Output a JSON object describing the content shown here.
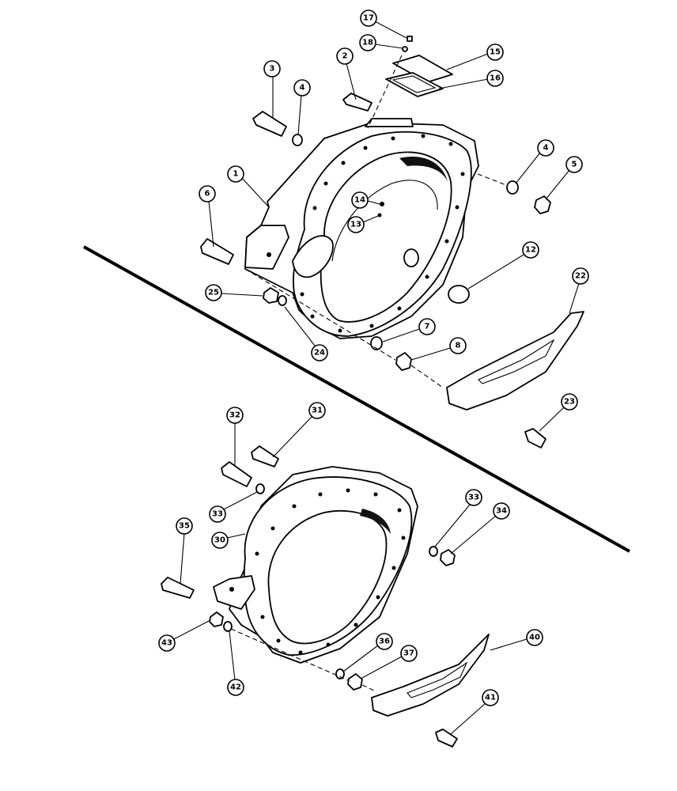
{
  "diagram": {
    "type": "exploded-parts-diagram",
    "callouts": [
      {
        "label": "1"
      },
      {
        "label": "2"
      },
      {
        "label": "3"
      },
      {
        "label": "4"
      },
      {
        "label": "4"
      },
      {
        "label": "5"
      },
      {
        "label": "6"
      },
      {
        "label": "7"
      },
      {
        "label": "8"
      },
      {
        "label": "12"
      },
      {
        "label": "13"
      },
      {
        "label": "14"
      },
      {
        "label": "15"
      },
      {
        "label": "16"
      },
      {
        "label": "17"
      },
      {
        "label": "18"
      },
      {
        "label": "22"
      },
      {
        "label": "23"
      },
      {
        "label": "24"
      },
      {
        "label": "25"
      },
      {
        "label": "30"
      },
      {
        "label": "31"
      },
      {
        "label": "32"
      },
      {
        "label": "33"
      },
      {
        "label": "33"
      },
      {
        "label": "34"
      },
      {
        "label": "35"
      },
      {
        "label": "36"
      },
      {
        "label": "37"
      },
      {
        "label": "40"
      },
      {
        "label": "41"
      },
      {
        "label": "42"
      },
      {
        "label": "43"
      }
    ]
  }
}
